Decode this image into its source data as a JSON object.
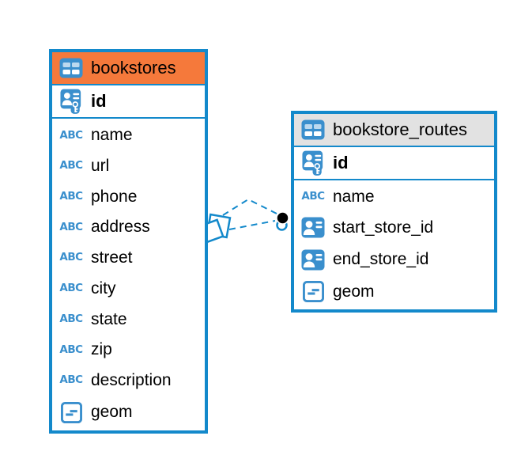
{
  "diagram": {
    "kind": "entity-relationship",
    "background": "#ffffff"
  },
  "colors": {
    "accent_blue": "#1389cb",
    "icon_blue": "#3a8fcd",
    "header_orange": "#f5793b",
    "header_gray": "#e2e2e2",
    "text": "#000000",
    "connector_dash_blue": "#1389cb",
    "endpoint_black": "#000000"
  },
  "icons": {
    "text_type_label": "ABC"
  },
  "tables": [
    {
      "name": "bookstores",
      "header_style": "orange",
      "primary_key": {
        "name": "id"
      },
      "fields": [
        {
          "name": "name",
          "type_icon": "text-type-icon"
        },
        {
          "name": "url",
          "type_icon": "text-type-icon"
        },
        {
          "name": "phone",
          "type_icon": "text-type-icon"
        },
        {
          "name": "address",
          "type_icon": "text-type-icon"
        },
        {
          "name": "street",
          "type_icon": "text-type-icon"
        },
        {
          "name": "city",
          "type_icon": "text-type-icon"
        },
        {
          "name": "state",
          "type_icon": "text-type-icon"
        },
        {
          "name": "zip",
          "type_icon": "text-type-icon"
        },
        {
          "name": "description",
          "type_icon": "text-type-icon"
        },
        {
          "name": "geom",
          "type_icon": "geometry-type-icon"
        }
      ]
    },
    {
      "name": "bookstore_routes",
      "header_style": "gray",
      "primary_key": {
        "name": "id"
      },
      "fields": [
        {
          "name": "name",
          "type_icon": "text-type-icon"
        },
        {
          "name": "start_store_id",
          "type_icon": "id-reference-icon"
        },
        {
          "name": "end_store_id",
          "type_icon": "id-reference-icon"
        },
        {
          "name": "geom",
          "type_icon": "geometry-type-icon"
        }
      ]
    }
  ],
  "relationships": {
    "count": 2,
    "line_style": "dashed",
    "between": [
      "bookstores",
      "bookstore_routes"
    ],
    "source_marker": "overlapping-squares",
    "target_marker": "filled-dot-over-ring"
  }
}
